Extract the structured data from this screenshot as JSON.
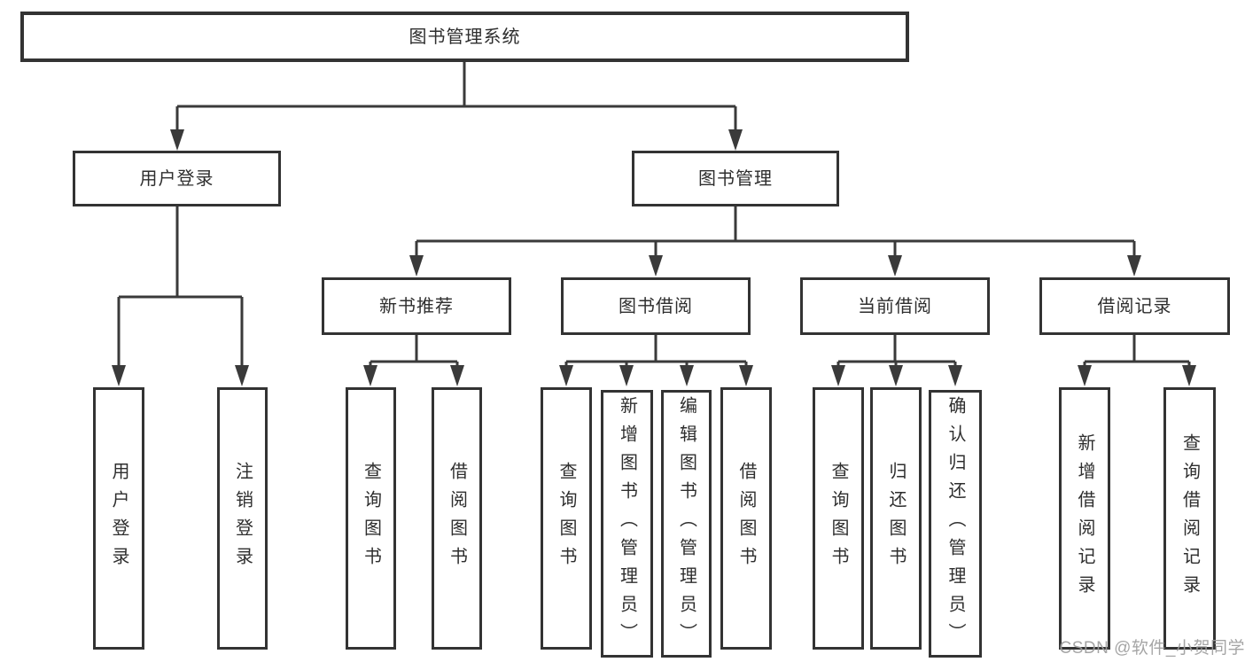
{
  "diagram": {
    "root": {
      "label": "图书管理系统"
    },
    "branches": [
      {
        "label": "用户登录",
        "children": [
          {
            "label": "用户登录"
          },
          {
            "label": "注销登录"
          }
        ]
      },
      {
        "label": "图书管理",
        "children": [
          {
            "label": "新书推荐",
            "children": [
              {
                "label": "查询图书"
              },
              {
                "label": "借阅图书"
              }
            ]
          },
          {
            "label": "图书借阅",
            "children": [
              {
                "label": "查询图书"
              },
              {
                "label": "新增图书（管理员）"
              },
              {
                "label": "编辑图书（管理员）"
              },
              {
                "label": "借阅图书"
              }
            ]
          },
          {
            "label": "当前借阅",
            "children": [
              {
                "label": "查询图书"
              },
              {
                "label": "归还图书"
              },
              {
                "label": "确认归还（管理员）"
              }
            ]
          },
          {
            "label": "借阅记录",
            "children": [
              {
                "label": "新增借阅记录"
              },
              {
                "label": "查询借阅记录"
              }
            ]
          }
        ]
      }
    ],
    "watermark": "CSDN @软件_小贺同学",
    "colors": {
      "line": "#3a3a3a",
      "box_border": "#333333",
      "box_fill": "#ffffff",
      "text": "#2e2e2e",
      "watermark": "#9e9e9e",
      "background": "#ffffff"
    }
  }
}
